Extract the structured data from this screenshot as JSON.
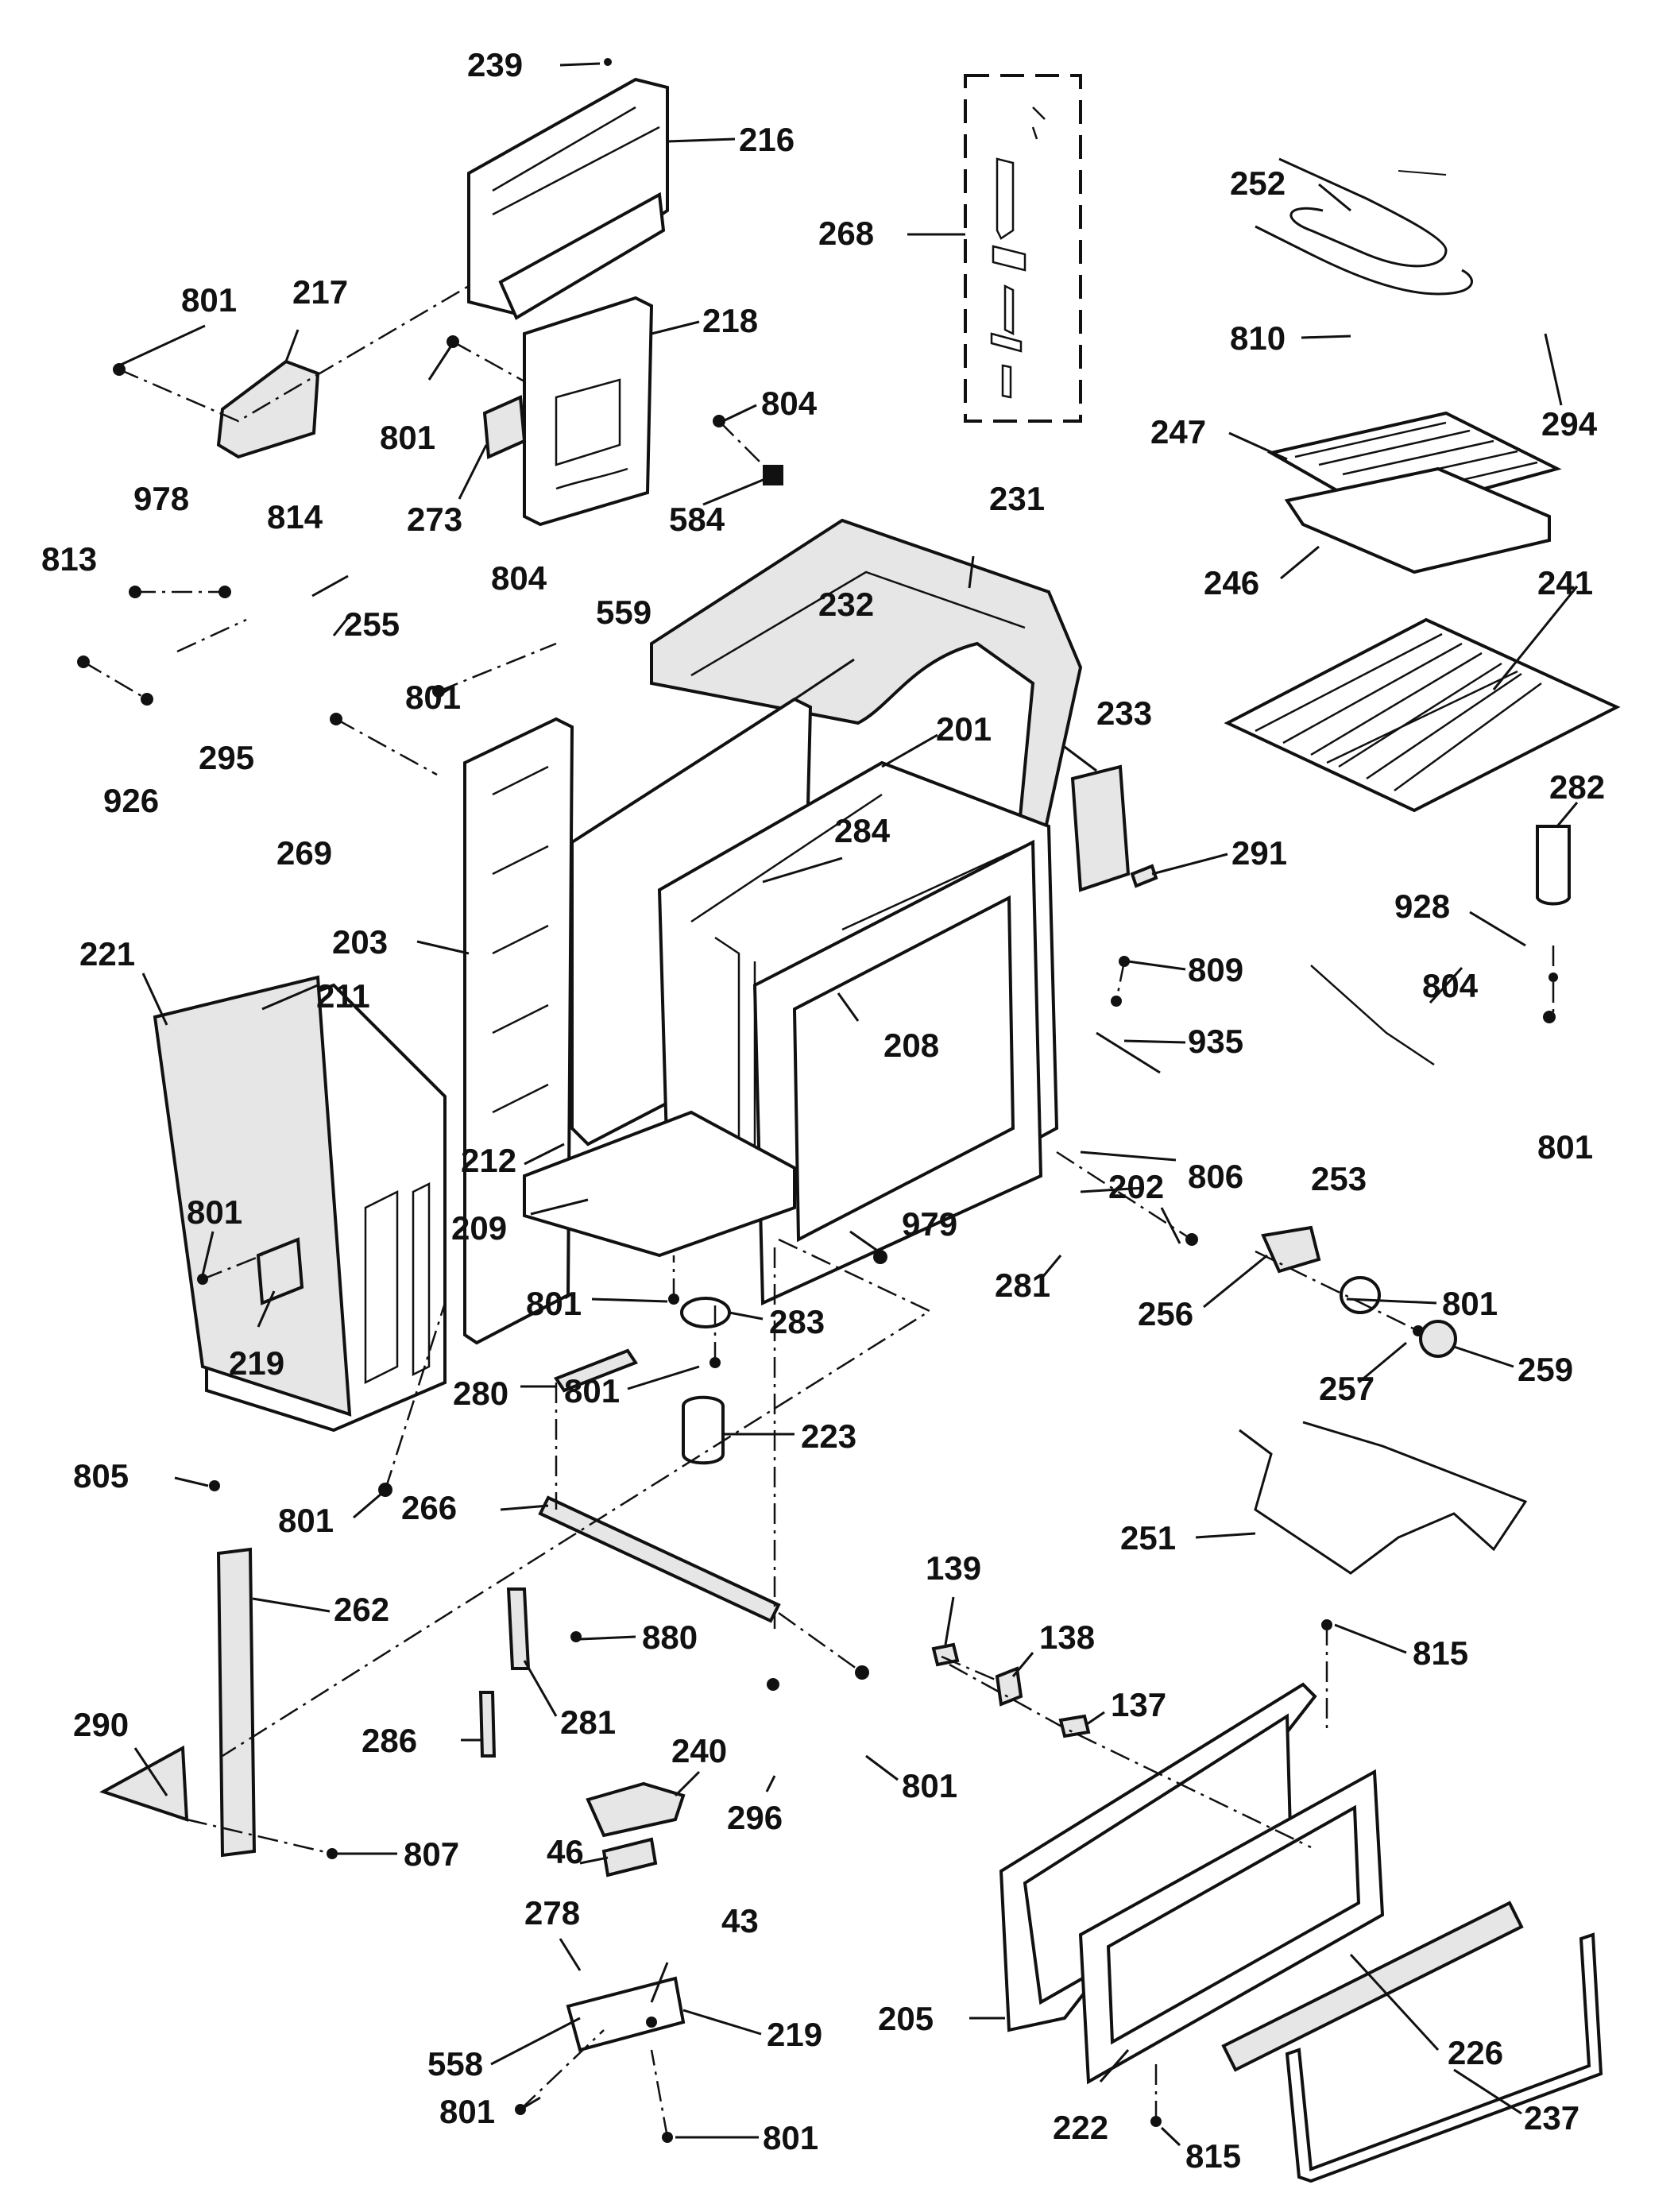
{
  "diagram": {
    "part_labels": [
      "239",
      "216",
      "217",
      "801",
      "218",
      "801",
      "273",
      "804",
      "584",
      "268",
      "252",
      "810",
      "294",
      "247",
      "246",
      "978",
      "814",
      "813",
      "255",
      "295",
      "926",
      "804",
      "559",
      "231",
      "232",
      "233",
      "201",
      "801",
      "269",
      "284",
      "241",
      "282",
      "291",
      "928",
      "203",
      "809",
      "935",
      "208",
      "804",
      "253",
      "801",
      "221",
      "211",
      "801",
      "219",
      "212",
      "202",
      "806",
      "209",
      "979",
      "281",
      "801",
      "283",
      "280",
      "801",
      "223",
      "256",
      "801",
      "257",
      "259",
      "805",
      "801",
      "266",
      "251",
      "262",
      "880",
      "281",
      "139",
      "138",
      "137",
      "815",
      "290",
      "286",
      "240",
      "296",
      "801",
      "807",
      "46",
      "43",
      "278",
      "205",
      "226",
      "558",
      "219",
      "801",
      "801",
      "222",
      "815",
      "237"
    ]
  }
}
